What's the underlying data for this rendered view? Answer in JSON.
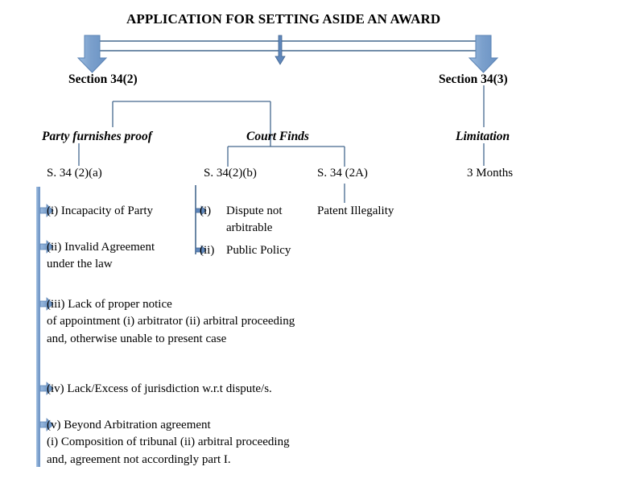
{
  "diagram": {
    "title": "APPLICATION FOR SETTING ASIDE AN AWARD",
    "accent_color": "#7BA0CC",
    "connector_color": "#4A6E9B",
    "line_color": "#45688E",
    "text_color": "#000000",
    "background_color": "#FFFFFF"
  },
  "branches": {
    "left": {
      "heading": "Section 34(2)",
      "children": [
        {
          "label": "Party furnishes proof",
          "code": "S. 34 (2)(a)",
          "items": [
            {
              "text": "(i) Incapacity of Party"
            },
            {
              "text": "(ii) Invalid Agreement\nunder the law"
            },
            {
              "text": "(iii) Lack of proper notice\nof appointment (i) arbitrator (ii) arbitral proceeding\nand, otherwise unable to present case"
            },
            {
              "text": "(iv) Lack/Excess of jurisdiction w.r.t dispute/s."
            },
            {
              "text": "(v) Beyond Arbitration agreement\n(i) Composition of tribunal (ii) arbitral proceeding\nand, agreement not accordingly part I."
            }
          ]
        },
        {
          "label": "Court Finds",
          "codes": [
            {
              "code": "S. 34(2)(b)",
              "items": [
                {
                  "marker": "(i)",
                  "text": "Dispute not\narbitrable"
                },
                {
                  "marker": "(ii)",
                  "text": "Public Policy"
                }
              ]
            },
            {
              "code": "S. 34 (2A)",
              "items": [
                {
                  "marker": "",
                  "text": "Patent Illegality"
                }
              ]
            }
          ]
        }
      ]
    },
    "right": {
      "heading": "Section 34(3)",
      "label": "Limitation",
      "code": "3 Months",
      "value": "3 Months"
    }
  },
  "icons": {
    "down_arrow_left": "down-arrow-icon",
    "down_arrow_mid": "down-arrow-small-icon",
    "down_arrow_right": "down-arrow-icon",
    "bullet_arrow": "right-arrow-bullet-icon"
  }
}
